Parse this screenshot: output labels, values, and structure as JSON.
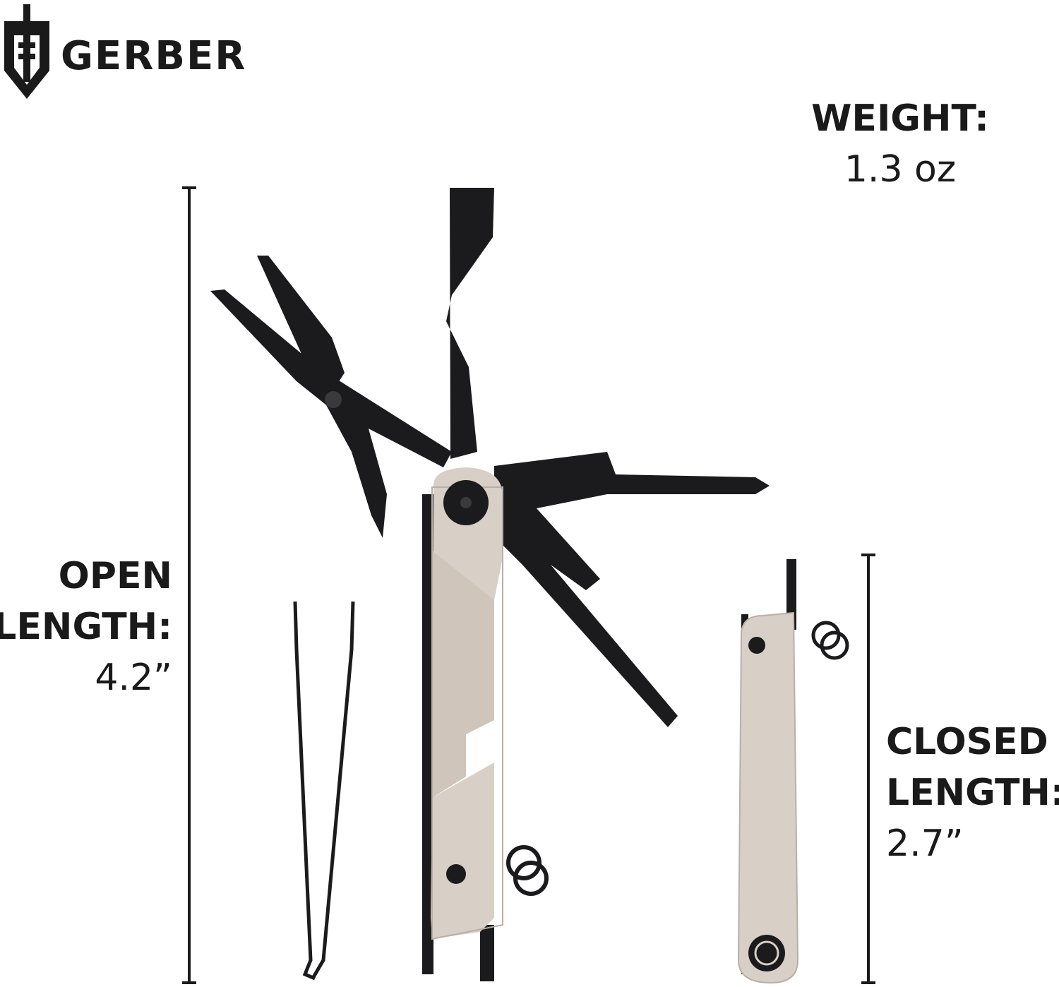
{
  "brand": {
    "name": "GERBER",
    "logo_icon": "gerber-shield-sword-icon"
  },
  "weight": {
    "label": "WEIGHT:",
    "value": "1.3 oz"
  },
  "open_length": {
    "label_line1": "OPEN",
    "label_line2": "LENGTH:",
    "value": "4.2”"
  },
  "closed_length": {
    "label_line1": "CLOSED",
    "label_line2": "LENGTH:",
    "value": "2.7”"
  },
  "colors": {
    "handle": "#d8cfc6",
    "handle_shadow": "#b9afa6",
    "blade": "#1b1b1d",
    "text": "#1a1a1a"
  }
}
